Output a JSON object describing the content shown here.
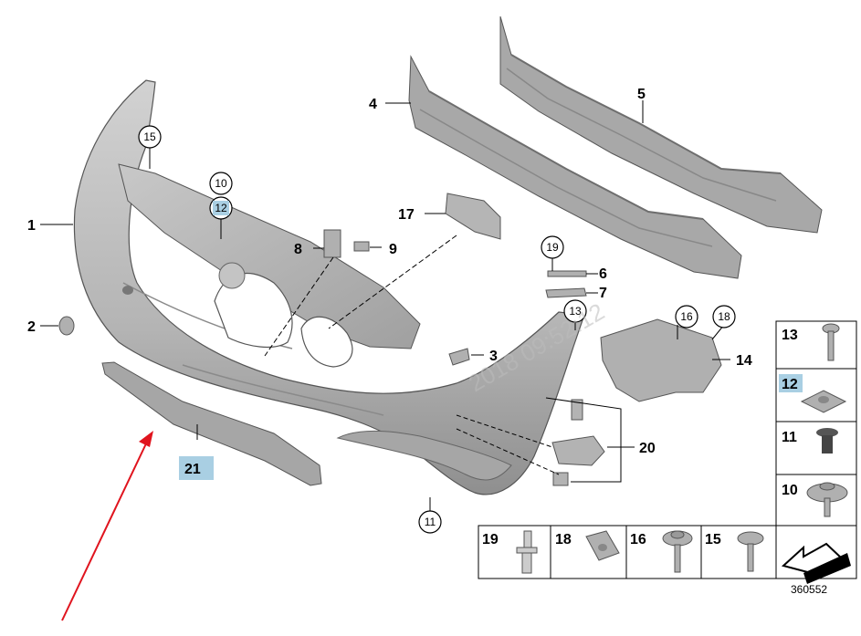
{
  "diagram": {
    "drawing_number": "360552",
    "watermark": "2018 09:52:12",
    "callouts": {
      "c1": "1",
      "c2": "2",
      "c3": "3",
      "c4": "4",
      "c5": "5",
      "c6": "6",
      "c7": "7",
      "c8": "8",
      "c9": "9",
      "c14": "14",
      "c17": "17",
      "c20": "20",
      "c21": "21",
      "circ10": "10",
      "circ11": "11",
      "circ12": "12",
      "circ13": "13",
      "circ15": "15",
      "circ16": "16",
      "circ18": "18",
      "circ19": "19"
    },
    "legend_right": [
      "13",
      "12",
      "11",
      "10"
    ],
    "legend_bottom": [
      "19",
      "18",
      "16",
      "15"
    ],
    "colors": {
      "part_fill": "#b8b8b8",
      "part_dark": "#8c8c8c",
      "highlight": "#a9cfe3",
      "arrow": "#e0141e"
    }
  }
}
